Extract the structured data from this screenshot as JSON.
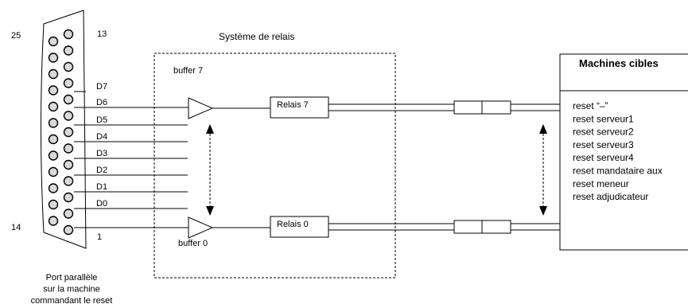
{
  "connector": {
    "pin_labels": {
      "top_left": "25",
      "top_right": "13",
      "bottom_left": "14",
      "bottom_right": "1"
    },
    "data_lines": [
      "D7",
      "D6",
      "D5",
      "D4",
      "D3",
      "D2",
      "D1",
      "D0"
    ],
    "caption": [
      "Port parallèle",
      "sur la machine",
      "commandant le reset"
    ]
  },
  "relay_system": {
    "title": "Système de relais",
    "buffer_top": "buffer 7",
    "buffer_bottom": "buffer 0",
    "relay_top": "Relais 7",
    "relay_bottom": "Relais 0"
  },
  "targets": {
    "title": "Machines cibles",
    "items": [
      "reset “–”",
      "reset serveur1",
      "reset serveur2",
      "reset serveur3",
      "reset serveur4",
      "reset mandataire aux",
      "reset meneur",
      "reset adjudicateur"
    ]
  }
}
